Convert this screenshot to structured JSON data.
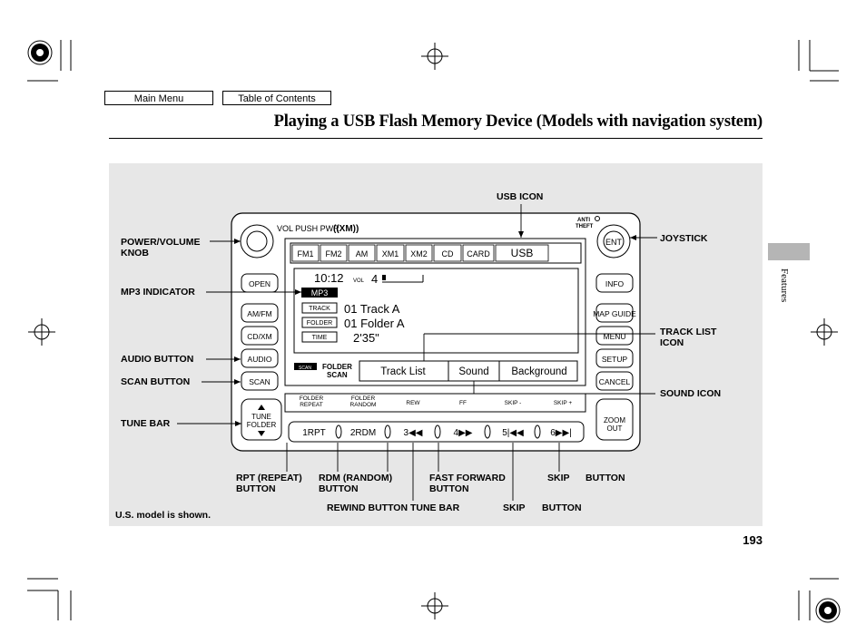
{
  "nav": {
    "main_menu": "Main Menu",
    "toc": "Table of Contents"
  },
  "title": "Playing a USB Flash Memory Device (Models with navigation system)",
  "side_tab": "Features",
  "page_number": "193",
  "callouts": {
    "usb_icon": "USB ICON",
    "power_knob": "POWER/VOLUME\nKNOB",
    "mp3_indicator": "MP3 INDICATOR",
    "audio_button": "AUDIO BUTTON",
    "scan_button": "SCAN BUTTON",
    "tune_bar": "TUNE BAR",
    "joystick": "JOYSTICK",
    "track_list_icon": "TRACK LIST\nICON",
    "sound_icon": "SOUND ICON",
    "rpt_button": "RPT (REPEAT)\nBUTTON",
    "rdm_button": "RDM (RANDOM)\nBUTTON",
    "ff_button": "FAST FORWARD\nBUTTON",
    "skip_top": "SKIP",
    "button_top": "BUTTON",
    "rewind_tune": "REWIND BUTTON TUNE BAR",
    "skip_bottom": "SKIP",
    "button_bottom": "BUTTON",
    "us_model": "U.S. model is shown."
  },
  "unit": {
    "vol_pwr": "VOL PUSH PWR",
    "xm_logo": "((XM))",
    "anti_theft": "ANTI\nTHEFT",
    "ent": "ENT",
    "source_tabs": [
      "FM1",
      "FM2",
      "AM",
      "XM1",
      "XM2",
      "CD",
      "CARD",
      "USB"
    ],
    "clock": "10:12",
    "vol_label": "VOL",
    "vol_value": "4",
    "mp3": "MP3",
    "track_tag": "TRACK",
    "track_text": "01  Track  A",
    "folder_tag": "FOLDER",
    "folder_text": "01  Folder  A",
    "time_tag": "TIME",
    "time_text": "2'35\"",
    "soft_track_list": "Track  List",
    "soft_sound": "Sound",
    "soft_background": "Background",
    "scan_small": "SCAN",
    "folder_scan_1": "FOLDER",
    "folder_scan_2": "SCAN",
    "left_buttons": [
      "OPEN",
      "AM/FM",
      "CD/XM",
      "AUDIO",
      "SCAN"
    ],
    "right_buttons": [
      "INFO",
      "MAP GUIDE",
      "MENU",
      "SETUP",
      "CANCEL"
    ],
    "tune_folder": [
      "TUNE",
      "FOLDER"
    ],
    "zoom": [
      "ZOOM",
      "OUT"
    ],
    "preset_labels": [
      "FOLDER REPEAT",
      "FOLDER RANDOM",
      "REW",
      "FF",
      "SKIP -",
      "SKIP +"
    ],
    "preset_buttons": [
      "1RPT",
      "2RDM",
      "3◀◀",
      "4▶▶",
      "5|◀◀",
      "6▶▶|"
    ]
  }
}
